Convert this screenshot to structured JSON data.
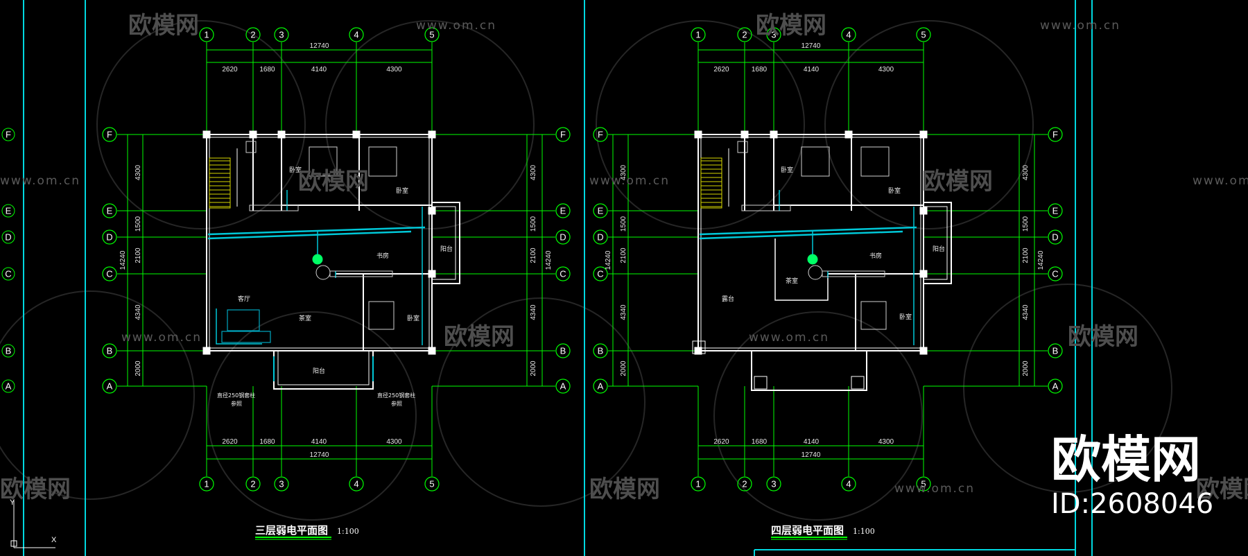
{
  "plans": [
    {
      "title": "三层弱电平面图",
      "scale": "1:100",
      "col_labels": [
        "1",
        "2",
        "3",
        "4",
        "5"
      ],
      "row_labels": [
        "F",
        "E",
        "D",
        "C",
        "B",
        "A"
      ],
      "total_width": "12740",
      "col_dims": [
        "2620",
        "1680",
        "4140",
        "4300"
      ],
      "total_depth": "14240",
      "row_dims": [
        "4300",
        "1500",
        "2100",
        "4340",
        "2000"
      ],
      "rooms": [
        {
          "label": "卧室",
          "k": "r1"
        },
        {
          "label": "卧室",
          "k": "r2"
        },
        {
          "label": "书房",
          "k": "r3"
        },
        {
          "label": "阳台",
          "k": "r4"
        },
        {
          "label": "客厅",
          "k": "r5"
        },
        {
          "label": "茶室",
          "k": "r6"
        },
        {
          "label": "卧室",
          "k": "r7"
        },
        {
          "label": "阳台",
          "k": "r8"
        }
      ],
      "notes": [
        "直径250钢套柱",
        "参照"
      ]
    },
    {
      "title": "四层弱电平面图",
      "scale": "1:100",
      "col_labels": [
        "1",
        "2",
        "3",
        "4",
        "5"
      ],
      "row_labels": [
        "F",
        "E",
        "D",
        "C",
        "B",
        "A"
      ],
      "total_width": "12740",
      "col_dims": [
        "2620",
        "1680",
        "4140",
        "4300"
      ],
      "total_depth": "14240",
      "row_dims": [
        "4300",
        "1500",
        "2100",
        "4340",
        "2000"
      ],
      "rooms": [
        {
          "label": "卧室",
          "k": "r1"
        },
        {
          "label": "卧室",
          "k": "r2"
        },
        {
          "label": "书房",
          "k": "r3"
        },
        {
          "label": "阳台",
          "k": "r4"
        },
        {
          "label": "露台",
          "k": "r5"
        },
        {
          "label": "茶室",
          "k": "r6"
        },
        {
          "label": "卧室",
          "k": "r7"
        }
      ]
    }
  ],
  "watermark": {
    "url": "www.om.cn",
    "brand": "欧模网"
  },
  "logo": "欧模网",
  "id_text": "ID:2608046",
  "colors": {
    "background": "#000000",
    "frame": "#00d8e0",
    "grid_line": "#00ff00",
    "wall": "#ffffff",
    "wire": "#00c8d8",
    "stair": "#d8d800",
    "watermark": "#5a5a5a"
  }
}
